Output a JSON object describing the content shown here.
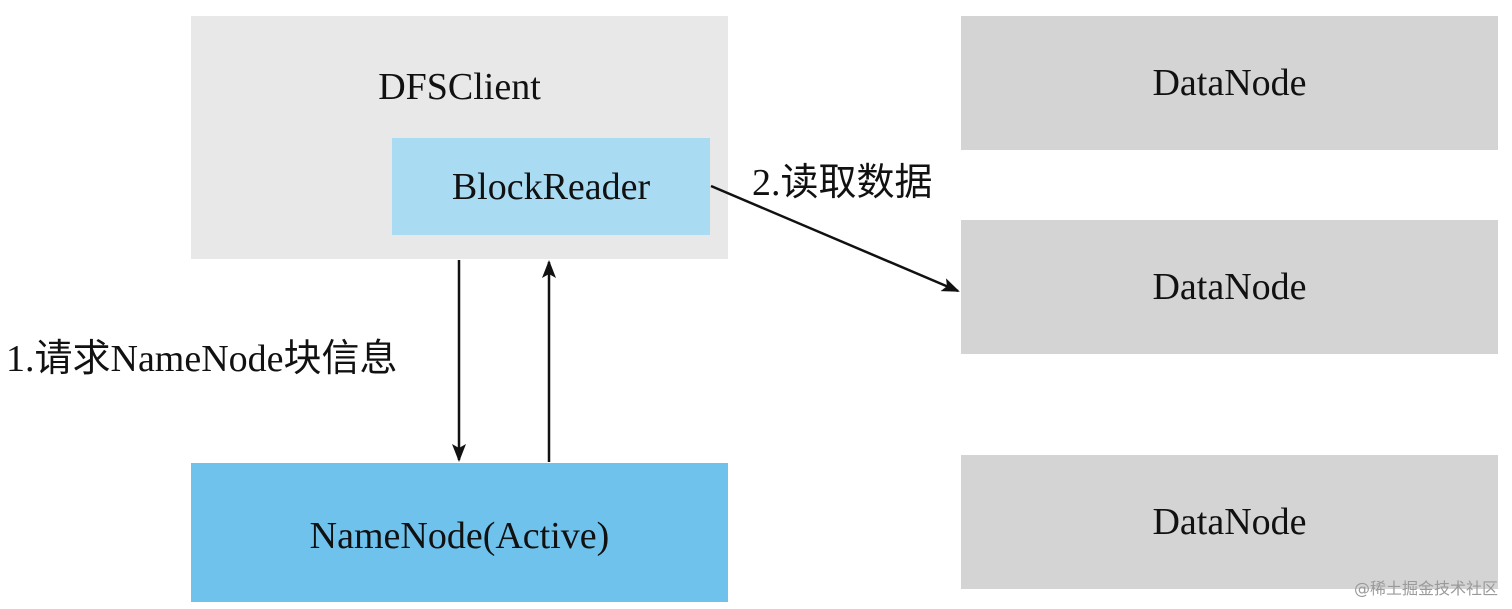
{
  "colors": {
    "background": "#ffffff",
    "dfsclient_fill": "#e8e8e8",
    "blockreader_fill": "#a9dcf3",
    "namenode_fill": "#6fc2ec",
    "datanode_fill": "#d4d4d4",
    "arrow": "#111111",
    "text": "#111111",
    "watermark": "#9a9a9a"
  },
  "nodes": {
    "dfsclient": {
      "label": "DFSClient"
    },
    "blockreader": {
      "label": "BlockReader"
    },
    "namenode": {
      "label": "NameNode(Active)"
    },
    "datanodes": [
      {
        "label": "DataNode"
      },
      {
        "label": "DataNode"
      },
      {
        "label": "DataNode"
      }
    ]
  },
  "edges": {
    "request": {
      "label": "1.请求NameNode块信息"
    },
    "read": {
      "label": "2.读取数据"
    }
  },
  "watermark": "@稀土掘金技术社区"
}
